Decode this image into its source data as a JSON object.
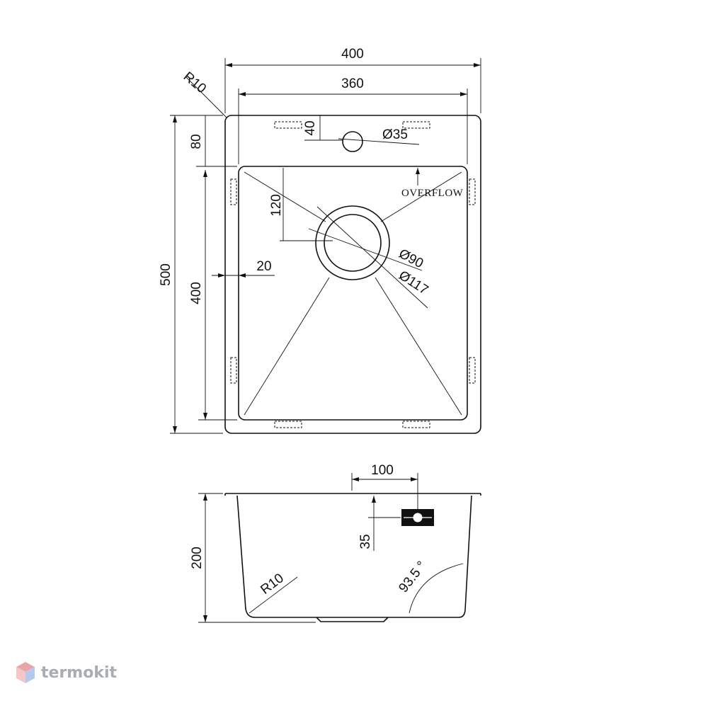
{
  "top_view": {
    "width_outer": "400",
    "width_inner": "360",
    "corner_radius": "R10",
    "height_total": "500",
    "height_bowl": "400",
    "offset_top": "80",
    "tap_offset": "40",
    "tap_hole": "Ø35",
    "drain_offset": "120",
    "side_margin": "20",
    "drain_inner": "Ø90",
    "drain_outer": "Ø117",
    "overflow": "OVERFLOW"
  },
  "side_view": {
    "overflow_offset_x": "100",
    "overflow_offset_y": "35",
    "depth": "200",
    "bottom_radius": "R10",
    "wall_angle": "93.5 °"
  },
  "brand": {
    "name": "termokit",
    "colors": {
      "top": "#e9a6a6",
      "left": "#f4c6c6",
      "right": "#b7c8ee"
    }
  }
}
